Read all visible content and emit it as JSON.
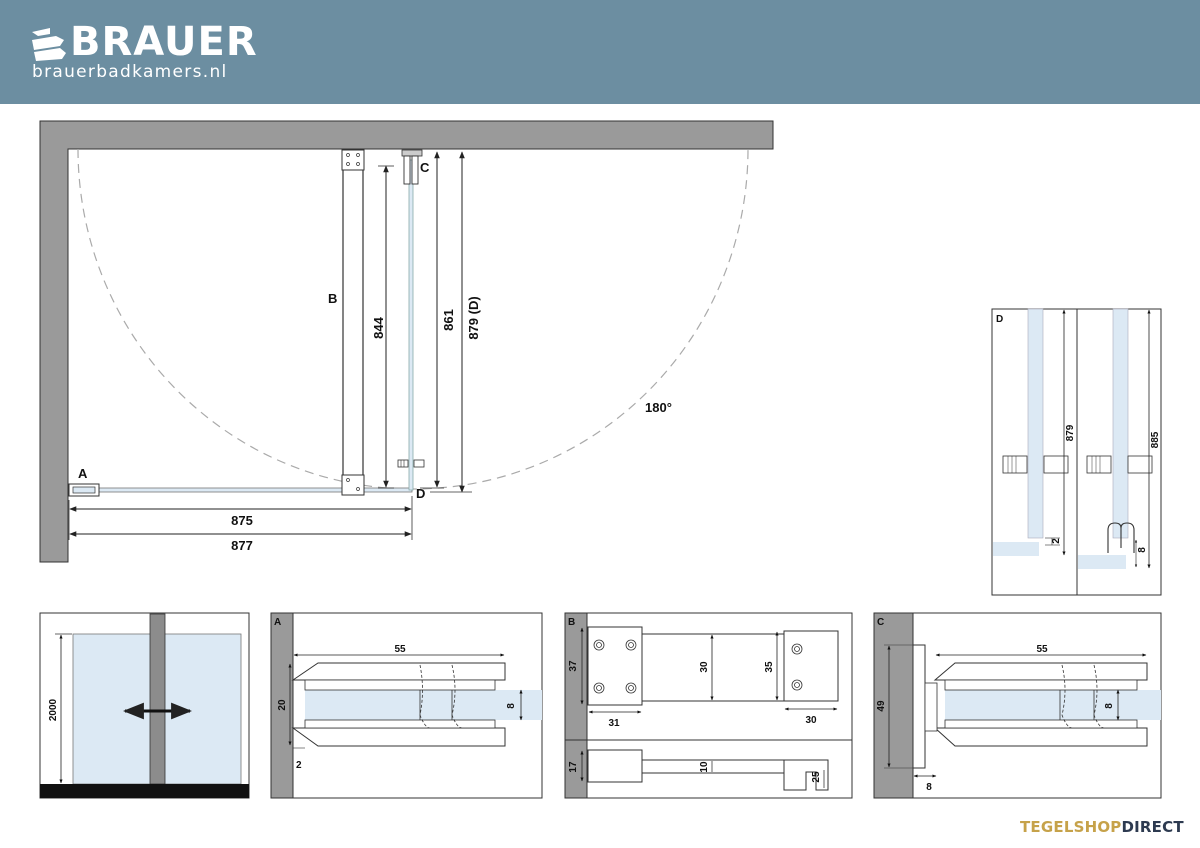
{
  "header": {
    "brand": "BRAUER",
    "website": "brauerbadkamers.nl",
    "background": "#6c8ea1"
  },
  "plan": {
    "label_a": "A",
    "label_b": "B",
    "label_c": "C",
    "label_d": "D",
    "dim_875": "875",
    "dim_877": "877",
    "dim_844": "844",
    "dim_861": "861",
    "dim_879d": "879 (D)",
    "angle": "180°"
  },
  "detail_d": {
    "label": "D",
    "dim_879": "879",
    "dim_2": "2",
    "dim_885": "885",
    "dim_8": "8"
  },
  "elevation": {
    "dim_2000": "2000"
  },
  "detail_a": {
    "label": "A",
    "dim_55": "55",
    "dim_20": "20",
    "dim_8": "8",
    "dim_2": "2"
  },
  "detail_b": {
    "label": "B",
    "dim_37": "37",
    "dim_31": "31",
    "dim_30_mid": "30",
    "dim_35": "35",
    "dim_30_right": "30",
    "dim_17": "17",
    "dim_10": "10",
    "dim_25": "25"
  },
  "detail_c": {
    "label": "C",
    "dim_55": "55",
    "dim_49": "49",
    "dim_8_v": "8",
    "dim_8_h": "8"
  },
  "footer": {
    "brand_part1": "TEGELSHOP",
    "brand_part2": "DIRECT"
  },
  "colors": {
    "wall": "#9a9a9a",
    "glass": "#dce9f4",
    "line": "#222222"
  }
}
